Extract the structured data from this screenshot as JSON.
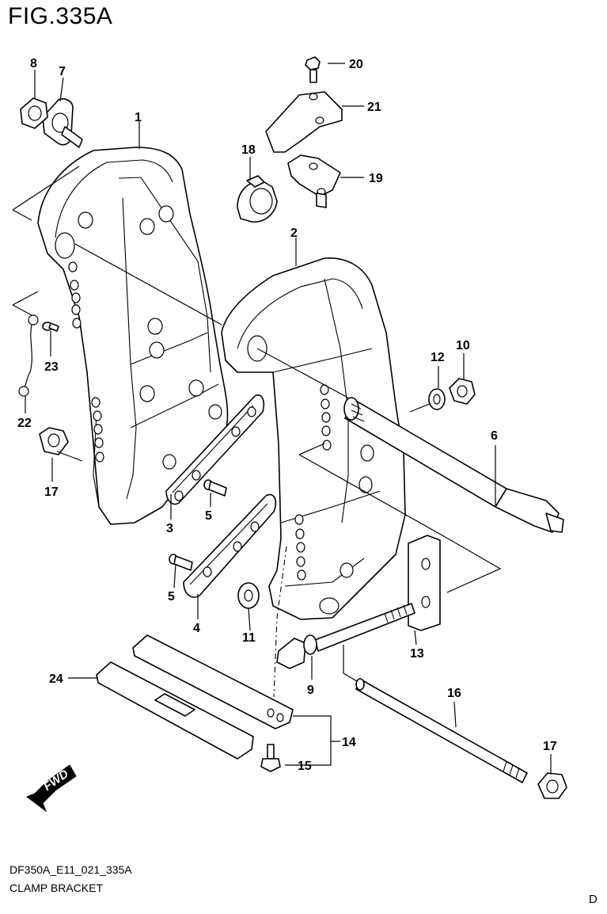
{
  "figure": {
    "title": "FIG.335A"
  },
  "footer": {
    "code": "DF350A_E11_021_335A",
    "name": "CLAMP BRACKET",
    "letter": "D"
  },
  "fwd_label": "FWD",
  "callouts": {
    "c1": "1",
    "c2": "2",
    "c3": "3",
    "c4": "4",
    "c5a": "5",
    "c5b": "5",
    "c6": "6",
    "c7": "7",
    "c8": "8",
    "c9": "9",
    "c10": "10",
    "c11": "11",
    "c12": "12",
    "c13": "13",
    "c14": "14",
    "c15": "15",
    "c16": "16",
    "c17a": "17",
    "c17b": "17",
    "c18": "18",
    "c19": "19",
    "c20": "20",
    "c21": "21",
    "c22": "22",
    "c23": "23",
    "c24": "24"
  }
}
